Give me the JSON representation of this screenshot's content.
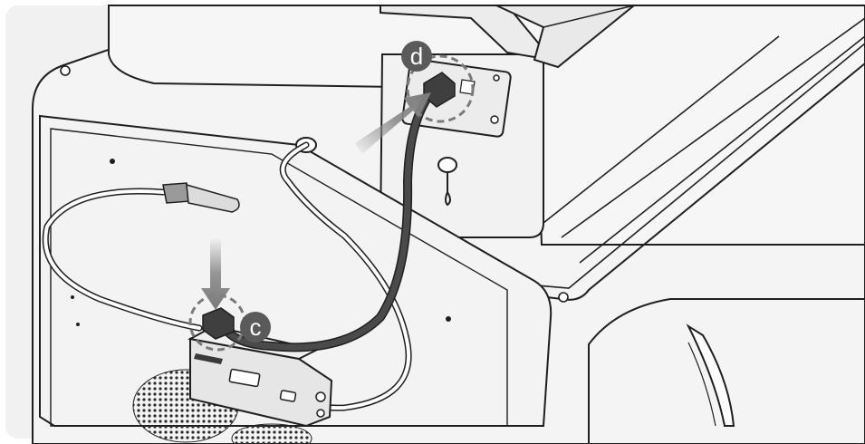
{
  "callouts": [
    {
      "id": "c",
      "label": "c"
    },
    {
      "id": "d",
      "label": "d"
    }
  ],
  "colors": {
    "background": "#ffffff",
    "panel": "#f1f1f1",
    "panel_dark": "#e7e7e7",
    "outline": "#1f1f1f",
    "cable_dark": "#4a4a4a",
    "cable_light": "#ffffff",
    "arrow": "#8a8a8a",
    "callout_fill": "#5a5a5a",
    "callout_text": "#ffffff"
  }
}
